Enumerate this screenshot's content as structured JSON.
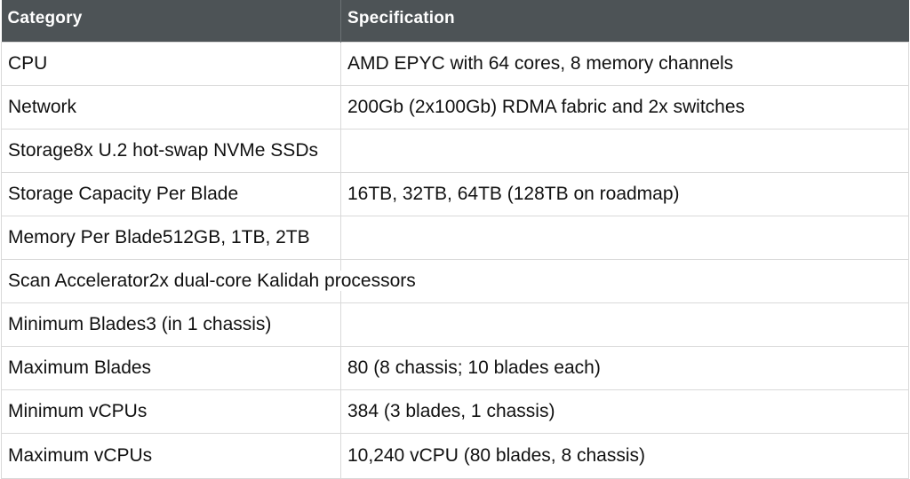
{
  "table": {
    "headers": [
      "Category",
      "Specification"
    ],
    "rows": [
      {
        "category": "CPU",
        "specification": "AMD EPYC with 64 cores, 8 memory channels"
      },
      {
        "category": "Network",
        "specification": "200Gb (2x100Gb) RDMA fabric and 2x switches"
      },
      {
        "merged_text": "Storage8x U.2 hot-swap NVMe SSDs"
      },
      {
        "category": "Storage Capacity Per Blade",
        "specification": "16TB, 32TB, 64TB (128TB on roadmap)"
      },
      {
        "merged_text": "Memory Per Blade512GB, 1TB, 2TB"
      },
      {
        "merged_text": "Scan Accelerator2x dual-core Kalidah processors"
      },
      {
        "merged_text": "Minimum Blades3 (in 1 chassis)"
      },
      {
        "category": "Maximum Blades",
        "specification": "80 (8 chassis; 10 blades each)"
      },
      {
        "category": "Minimum vCPUs",
        "specification": "384 (3 blades, 1 chassis)"
      },
      {
        "category": "Maximum vCPUs",
        "specification": "10,240 vCPU (80 blades, 8 chassis)"
      }
    ]
  },
  "colors": {
    "header_bg": "#4d5356",
    "header_text": "#ffffff",
    "border": "#d9d9d9",
    "body_text": "#111111"
  }
}
